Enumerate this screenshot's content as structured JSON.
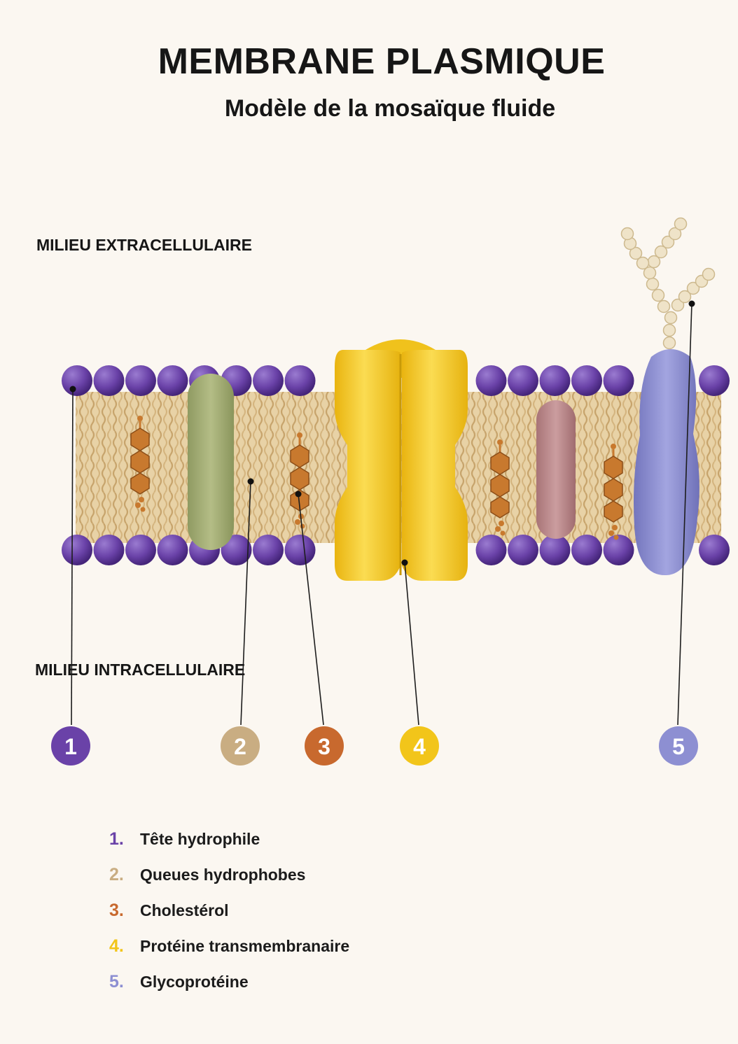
{
  "title": "MEMBRANE PLASMIQUE",
  "subtitle": "Modèle de la mosaïque fluide",
  "regions": {
    "extracellular": "MILIEU EXTRACELLULAIRE",
    "intracellular": "MILIEU INTRACELLULAIRE"
  },
  "colors": {
    "head": "#6a42a8",
    "tail": "#e6c99a",
    "cholesterol": "#c8792e",
    "transmembrane_protein": "#f4cb2a",
    "glycoprotein": "#8d8fd2",
    "peripheral_protein_green": "#a6b07a",
    "peripheral_protein_pink": "#c08c8e",
    "sugar_chain": "#efe3c8"
  },
  "callouts": [
    {
      "number": "1",
      "color": "#6a42a8"
    },
    {
      "number": "2",
      "color": "#c9ad82"
    },
    {
      "number": "3",
      "color": "#c8692e"
    },
    {
      "number": "4",
      "color": "#f2c51a"
    },
    {
      "number": "5",
      "color": "#8d8fd2"
    }
  ],
  "legend": [
    {
      "number": "1.",
      "label": "Tête hydrophile",
      "color": "#6a42a8"
    },
    {
      "number": "2.",
      "label": "Queues hydrophobes",
      "color": "#c9ad82"
    },
    {
      "number": "3.",
      "label": "Cholestérol",
      "color": "#c8692e"
    },
    {
      "number": "4.",
      "label": "Protéine transmembranaire",
      "color": "#f2c51a"
    },
    {
      "number": "5.",
      "label": "Glycoprotéine",
      "color": "#8d8fd2"
    }
  ]
}
